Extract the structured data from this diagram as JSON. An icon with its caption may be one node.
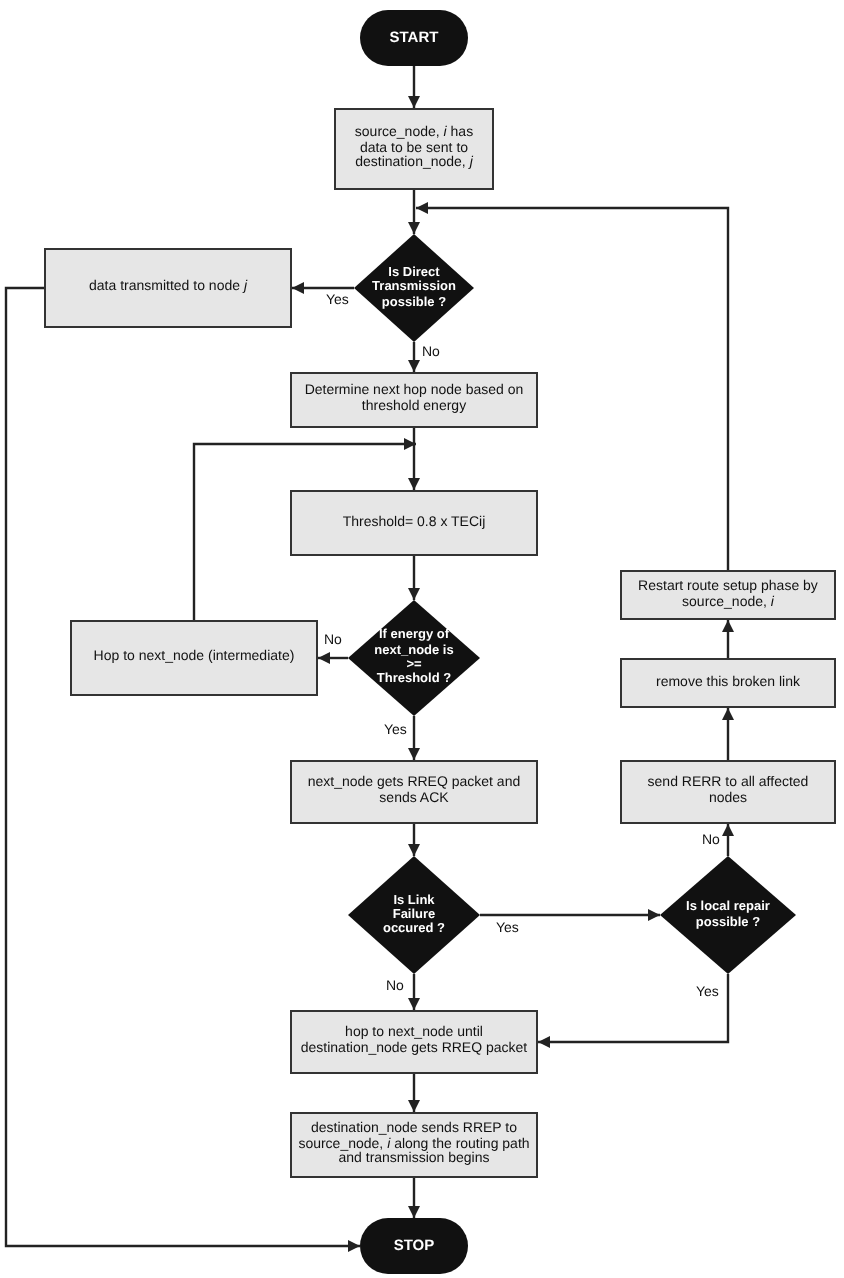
{
  "diagram": {
    "nodes": [
      {
        "text": [
          "START"
        ]
      },
      {
        "text": [
          "source_node, *i* has data to be sent to destination_node, *j*"
        ]
      },
      {
        "text": [
          "Is Direct Transmission possible ?"
        ]
      },
      {
        "text": [
          "data transmitted to node *j*"
        ]
      },
      {
        "text": [
          "Determine next hop node based on threshold energy"
        ]
      },
      {
        "text": [
          "Threshold= 0.8 x TECij"
        ]
      },
      {
        "text": [
          "Restart route setup phase by source_node, *i*"
        ]
      },
      {
        "text": [
          "If energy of next_node is >= Threshold ?"
        ]
      },
      {
        "text": [
          "Hop to next_node (intermediate)"
        ]
      },
      {
        "text": [
          "remove this broken link"
        ]
      },
      {
        "text": [
          "next_node gets RREQ packet and sends ACK"
        ]
      },
      {
        "text": [
          "send RERR to all affected nodes"
        ]
      },
      {
        "text": [
          "Is Link Failure occured ?"
        ]
      },
      {
        "text": [
          "Is local repair possible ?"
        ]
      },
      {
        "text": [
          "hop to next_node until destination_node gets RREQ packet"
        ]
      },
      {
        "text": [
          "destination_node sends RREP to source_node, *i* along the routing path and transmission begins"
        ]
      },
      {
        "text": [
          "STOP"
        ]
      }
    ],
    "edges": [
      {
        "from": 0,
        "to": 1,
        "arrow": "to"
      },
      {
        "from": 1,
        "to": 2,
        "arrow": "to"
      },
      {
        "from": 2,
        "to": 3,
        "arrow": "to",
        "label": "Yes"
      },
      {
        "from": 2,
        "to": 4,
        "arrow": "to",
        "label": "No"
      },
      {
        "from": 4,
        "to": 5,
        "arrow": "to"
      },
      {
        "from": 5,
        "to": 7,
        "arrow": "to"
      },
      {
        "from": 7,
        "to": 8,
        "arrow": "to",
        "label": "No"
      },
      {
        "from": 8,
        "to": 5,
        "arrow": "to"
      },
      {
        "from": 7,
        "to": 10,
        "arrow": "to",
        "label": "Yes"
      },
      {
        "from": 10,
        "to": 12,
        "arrow": "to"
      },
      {
        "from": 12,
        "to": 13,
        "arrow": "to",
        "label": "Yes"
      },
      {
        "from": 12,
        "to": 14,
        "arrow": "to",
        "label": "No"
      },
      {
        "from": 13,
        "to": 11,
        "arrow": "to",
        "label": "No"
      },
      {
        "from": 13,
        "to": 14,
        "arrow": "to",
        "label": "Yes"
      },
      {
        "from": 11,
        "to": 9,
        "arrow": "to"
      },
      {
        "from": 9,
        "to": 6,
        "arrow": "to"
      },
      {
        "from": 6,
        "to": 2,
        "arrow": "to"
      },
      {
        "from": 14,
        "to": 15,
        "arrow": "to"
      },
      {
        "from": 15,
        "to": 16,
        "arrow": "to"
      },
      {
        "from": 3,
        "to": 16,
        "arrow": "to"
      }
    ]
  }
}
